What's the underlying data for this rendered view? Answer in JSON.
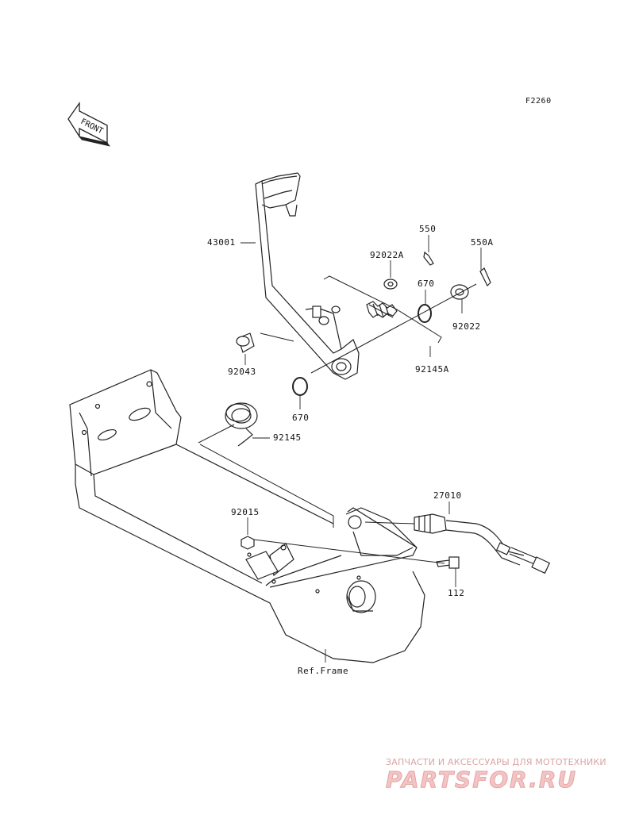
{
  "diagram_code": "F2260",
  "front_arrow_text": "FRONT",
  "parts": [
    {
      "id": "43001"
    },
    {
      "id": "550"
    },
    {
      "id": "550A"
    },
    {
      "id": "92022A"
    },
    {
      "id": "670"
    },
    {
      "id": "92022"
    },
    {
      "id": "92145A"
    },
    {
      "id": "92043"
    },
    {
      "id": "670"
    },
    {
      "id": "92145"
    },
    {
      "id": "27010"
    },
    {
      "id": "92015"
    },
    {
      "id": "112"
    }
  ],
  "reference_label": "Ref.Frame",
  "watermark": {
    "tagline": "ЗАПЧАСТИ И АКСЕССУАРЫ ДЛЯ МОТОТЕХНИКИ",
    "brand": "PARTSFOR.RU"
  }
}
